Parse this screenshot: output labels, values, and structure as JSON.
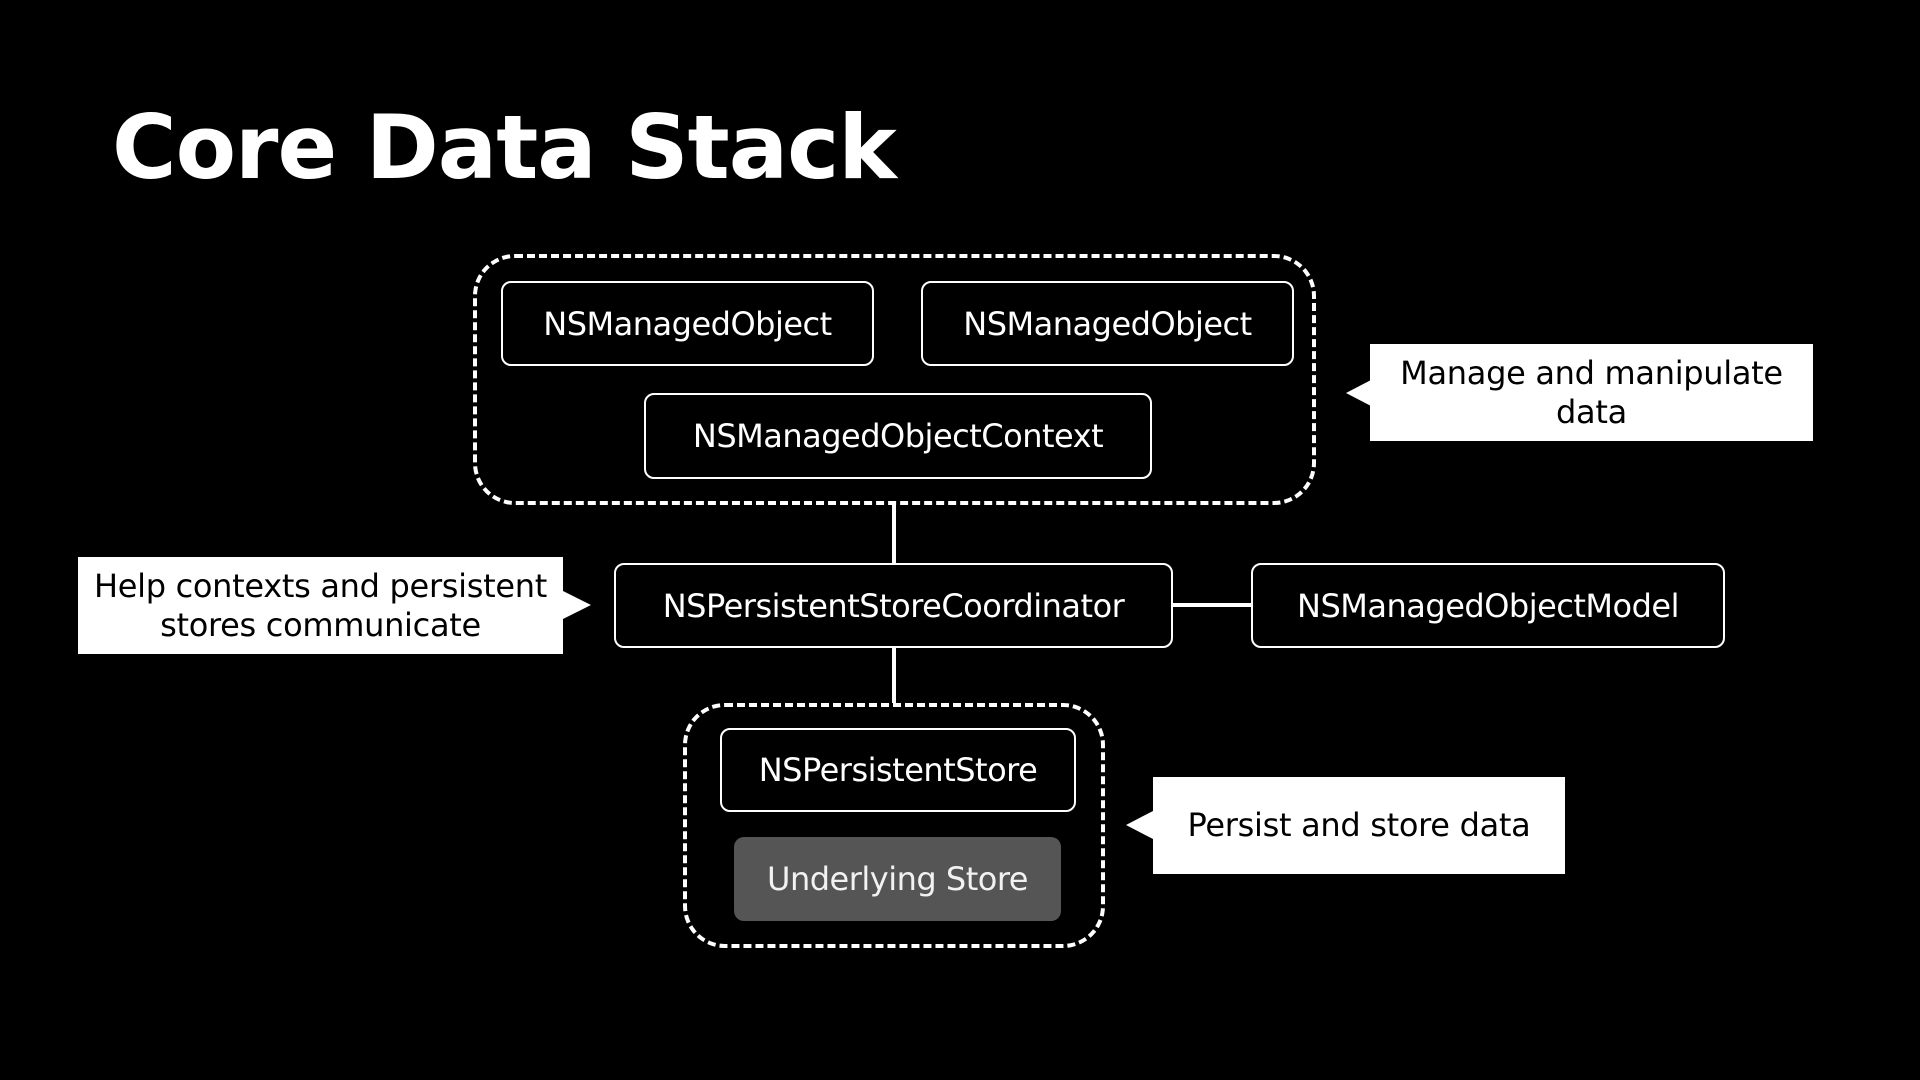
{
  "title": "Core Data Stack",
  "nodes": {
    "managed_object_1": "NSManagedObject",
    "managed_object_2": "NSManagedObject",
    "managed_object_context": "NSManagedObjectContext",
    "persistent_store_coordinator": "NSPersistentStoreCoordinator",
    "managed_object_model": "NSManagedObjectModel",
    "persistent_store": "NSPersistentStore",
    "underlying_store": "Underlying Store"
  },
  "callouts": {
    "manage": "Manage and manipulate\ndata",
    "help": "Help contexts and persistent\nstores communicate",
    "persist": "Persist and store data"
  },
  "colors": {
    "background": "#000000",
    "foreground": "#ffffff",
    "underlying_store_fill": "#555555"
  }
}
